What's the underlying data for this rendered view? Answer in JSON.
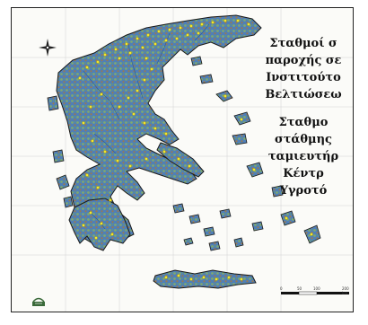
{
  "legend": {
    "title_lines": [
      "Σταθμοί σ",
      "παροχής σε",
      "Ινστιτούτο",
      "Βελτιώσεω"
    ],
    "sub_lines": [
      "Σταθμο",
      "στάθμης",
      "ταμιευτήρ",
      "Κέντρ",
      "Υγροτό"
    ]
  },
  "scale_bar": {
    "labels": [
      "0",
      "50",
      "100",
      "200 km"
    ]
  },
  "colors": {
    "sea": "#fbfbf8",
    "land_blue": "#4f7fb8",
    "land_green": "#7fa870",
    "land_brown": "#9b7a4f",
    "station": "#f4e62a",
    "border": "#1a1a1a"
  },
  "icons": {
    "north_arrow": "compass-star-icon",
    "logo": "institute-logo-icon"
  }
}
